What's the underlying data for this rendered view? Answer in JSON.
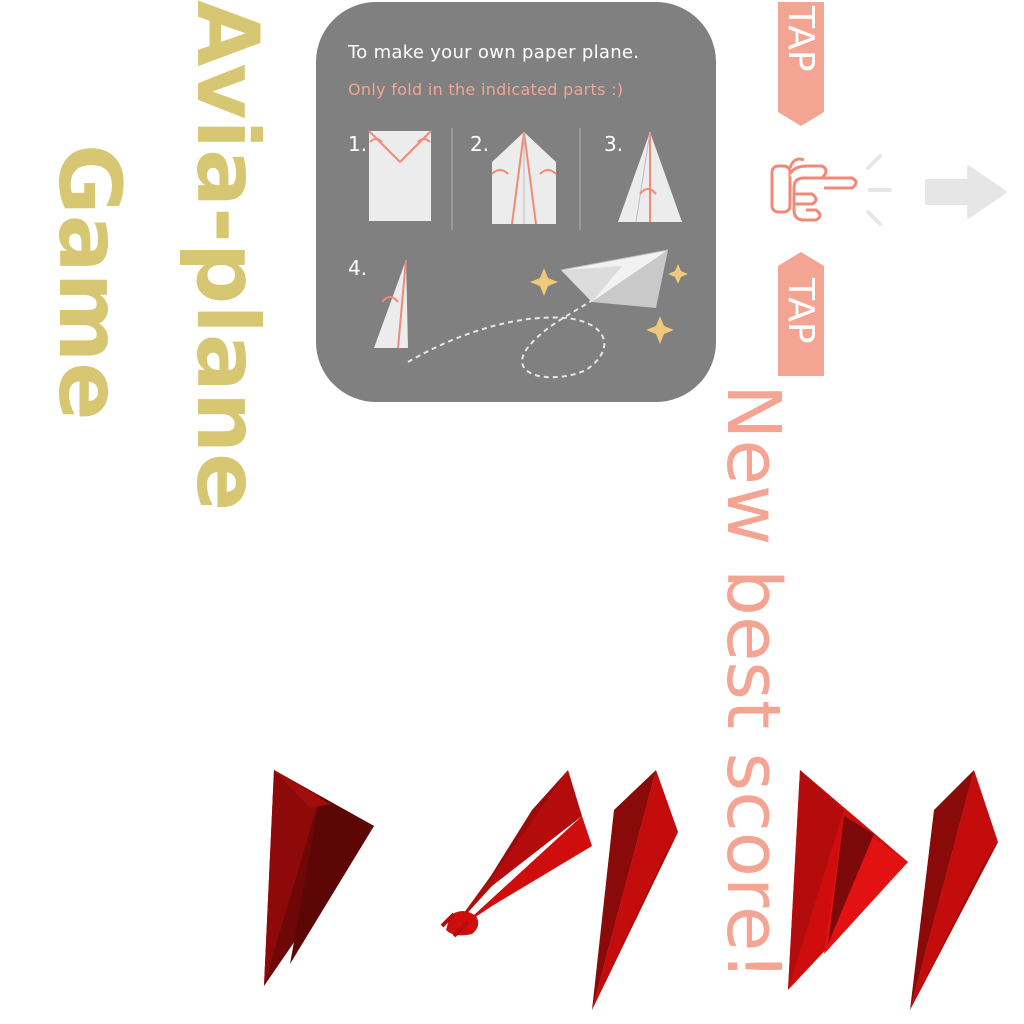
{
  "game": {
    "title_line1": "Avia-plane",
    "title_line2": "Game",
    "best_score_text": "New best score!"
  },
  "instructions": {
    "heading": "To make your own paper plane.",
    "subheading": "Only fold in the indicated parts :)",
    "steps": [
      "1.",
      "2.",
      "3.",
      "4."
    ]
  },
  "tap_hint": {
    "top_label": "TAP",
    "bottom_label": "TAP",
    "icons": [
      "pointing-hand-icon",
      "arrow-right-icon"
    ]
  },
  "colors": {
    "title": "#d7c672",
    "accent": "#f4a493",
    "card": "#808080",
    "plane_dark": "#7d0a0a",
    "plane_mid": "#a80c0c",
    "plane_bright": "#d00d0d",
    "sparkle": "#efc97a"
  }
}
